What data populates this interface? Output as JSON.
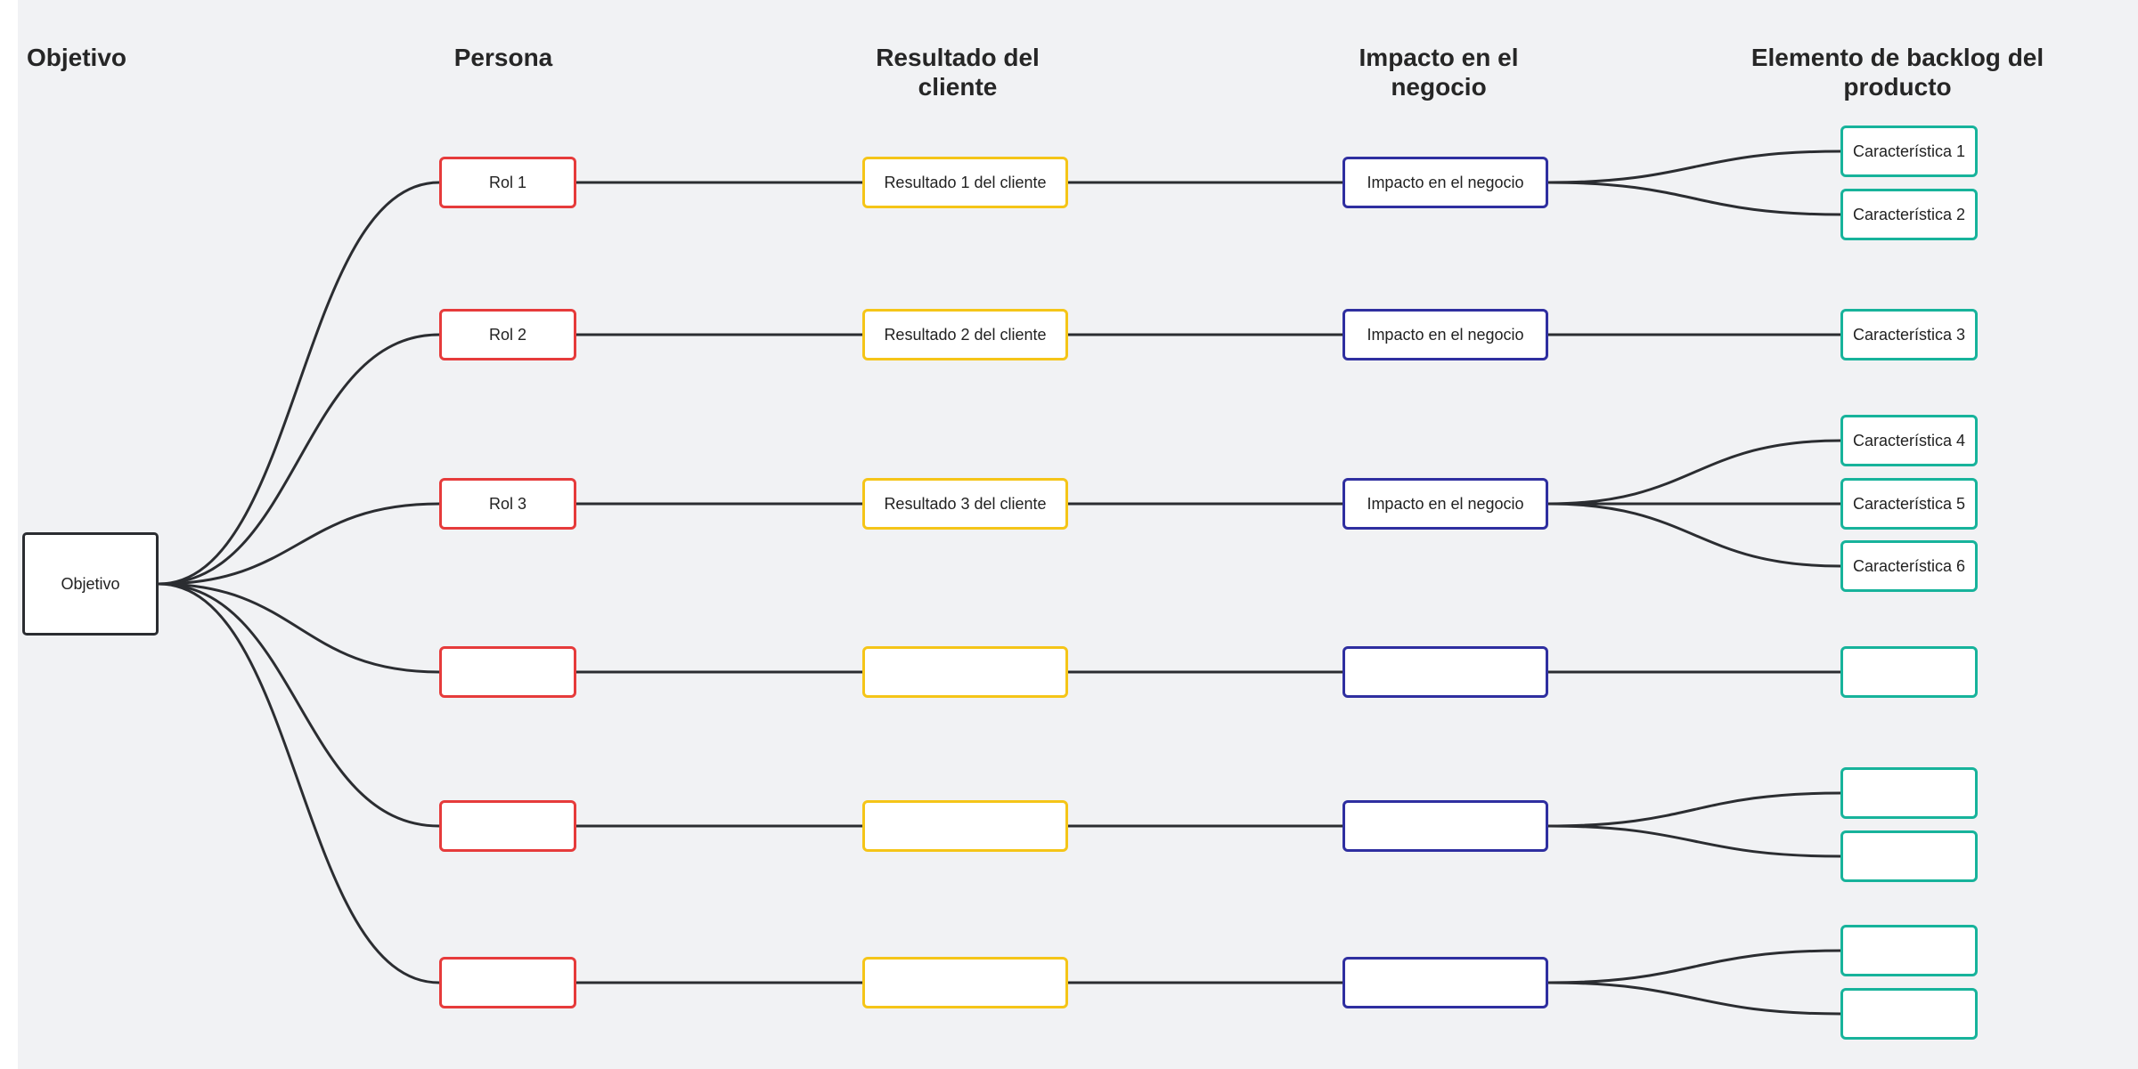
{
  "columns": {
    "goal": "Objetivo",
    "persona": "Persona",
    "outcome": "Resultado del cliente",
    "impact": "Impacto en el negocio",
    "backlog": "Elemento de backlog del producto"
  },
  "goal_node": {
    "label": "Objetivo"
  },
  "rows": [
    {
      "persona": "Rol 1",
      "outcome": "Resultado 1 del cliente",
      "impact": "Impacto en el negocio",
      "backlog": [
        "Característica 1",
        "Característica 2"
      ]
    },
    {
      "persona": "Rol 2",
      "outcome": "Resultado 2 del cliente",
      "impact": "Impacto en el negocio",
      "backlog": [
        "Característica 3"
      ]
    },
    {
      "persona": "Rol 3",
      "outcome": "Resultado 3 del cliente",
      "impact": "Impacto en el negocio",
      "backlog": [
        "Característica 4",
        "Característica 5",
        "Característica 6"
      ]
    },
    {
      "persona": "",
      "outcome": "",
      "impact": "",
      "backlog": [
        ""
      ]
    },
    {
      "persona": "",
      "outcome": "",
      "impact": "",
      "backlog": [
        "",
        ""
      ]
    },
    {
      "persona": "",
      "outcome": "",
      "impact": "",
      "backlog": [
        "",
        ""
      ]
    }
  ],
  "colors": {
    "persona": "#e63b3b",
    "outcome": "#f5c518",
    "impact": "#2f2fa0",
    "backlog": "#17b39b",
    "connector": "#2b2d31",
    "canvas": "#f1f2f4"
  }
}
